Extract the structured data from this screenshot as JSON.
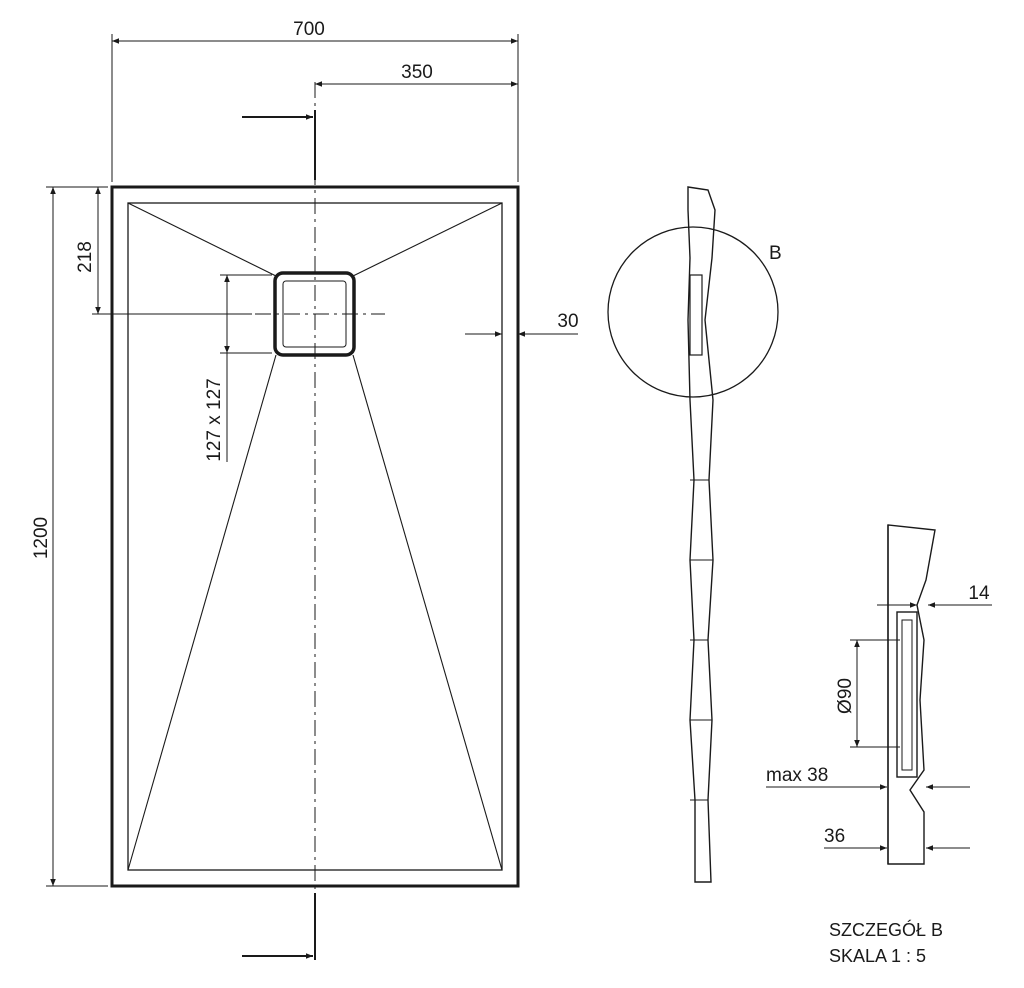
{
  "dimensions": {
    "width_total": "700",
    "width_half": "350",
    "length_total": "1200",
    "drain_offset": "218",
    "drain_size": "127 x 127",
    "rim_width": "30",
    "detail_label": "B",
    "detail_top": "14",
    "detail_diameter": "Ø90",
    "detail_max_height": "max 38",
    "detail_thickness": "36"
  },
  "notes": {
    "detail_title": "SZCZEGÓŁ B",
    "scale": "SKALA 1 : 5"
  },
  "colors": {
    "line": "#1a1a1a",
    "background": "#ffffff"
  }
}
